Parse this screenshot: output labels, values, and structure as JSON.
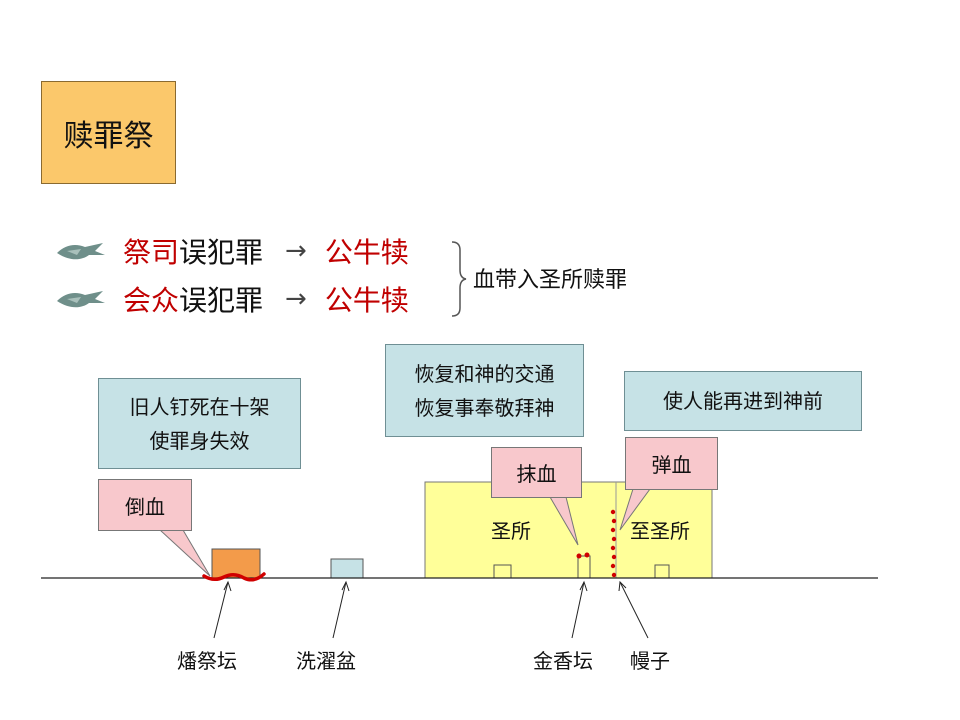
{
  "title": "赎罪祭",
  "bullets": [
    {
      "who": "祭司",
      "rest": "误犯罪",
      "arrow": "→",
      "offering": "公牛犊"
    },
    {
      "who": "会众",
      "rest": "误犯罪",
      "arrow": "→",
      "offering": "公牛犊"
    }
  ],
  "brace_label": "血带入圣所赎罪",
  "notes": {
    "cross": [
      "旧人钉死在十架",
      "使罪身失效"
    ],
    "fellowship": [
      "恢复和神的交通",
      "恢复事奉敬拜神"
    ],
    "presence": "使人能再进到神前"
  },
  "callouts": {
    "pour": "倒血",
    "smear": "抹血",
    "sprinkle": "弹血"
  },
  "rooms": {
    "holy_place": "圣所",
    "most_holy": "至圣所"
  },
  "labels": {
    "altar": "燔祭坛",
    "laver": "洗濯盆",
    "incense_altar": "金香坛",
    "veil": "幔子"
  },
  "colors": {
    "title_bg": "#fbc86b",
    "red_text": "#c00000",
    "note_bg": "#c6e2e6",
    "callout_bg": "#f8c8cc",
    "tabernacle": "#ffff99",
    "altar": "#f39b4a",
    "laver": "#c6e2e6",
    "blood": "#d00000"
  }
}
